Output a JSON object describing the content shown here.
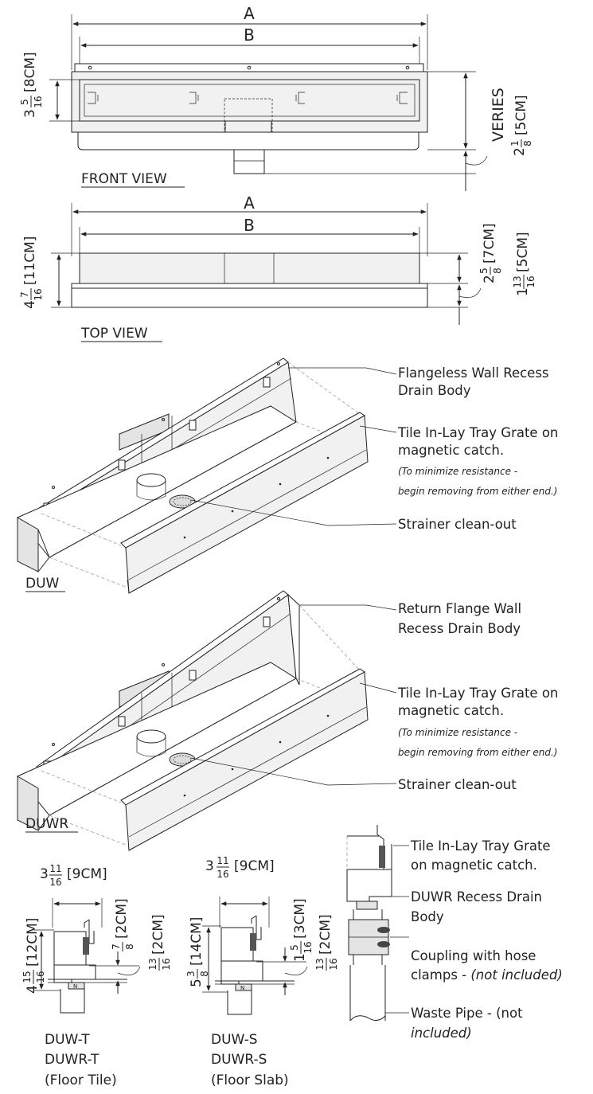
{
  "front_view": {
    "label": "FRONT VIEW",
    "dim_a": "A",
    "dim_b": "B",
    "height_whole": "3",
    "height_num": "5",
    "height_den": "16",
    "height_metric": "[8CM]",
    "veries": "VERIES",
    "drop_whole": "2",
    "drop_num": "1",
    "drop_den": "8",
    "drop_metric": "[5CM]"
  },
  "top_view": {
    "label": "TOP VIEW",
    "dim_a": "A",
    "dim_b": "B",
    "depth_whole": "4",
    "depth_num": "7",
    "depth_den": "16",
    "depth_metric": "[11CM]",
    "r1_whole": "2",
    "r1_num": "5",
    "r1_den": "8",
    "r1_metric": "[7CM]",
    "r2_whole": "1",
    "r2_num": "13",
    "r2_den": "16",
    "r2_metric": "[5CM]"
  },
  "duw": {
    "label": "DUW",
    "callout_body_l1": "Flangeless Wall Recess",
    "callout_body_l2": "Drain Body",
    "callout_grate_l1": "Tile In-Lay Tray Grate on",
    "callout_grate_l2": "magnetic catch.",
    "note_l1": "(To minimize resistance -",
    "note_l2": "begin removing from either end.)",
    "callout_strainer": "Strainer clean-out"
  },
  "duwr": {
    "label": "DUWR",
    "callout_body_l1": "Return Flange Wall",
    "callout_body_l2": "Recess Drain Body",
    "callout_grate_l1": "Tile In-Lay Tray Grate on",
    "callout_grate_l2": "magnetic catch.",
    "note_l1": "(To minimize resistance -",
    "note_l2": "begin removing from either end.)",
    "callout_strainer": "Strainer clean-out"
  },
  "section_t": {
    "width_whole": "3",
    "width_num": "11",
    "width_den": "16",
    "width_metric": "[9CM]",
    "height_whole": "4",
    "height_num": "15",
    "height_den": "16",
    "height_metric": "[12CM]",
    "a_num": "7",
    "a_den": "8",
    "a_metric": "[2CM]",
    "b_num": "13",
    "b_den": "16",
    "b_metric": "[2CM]",
    "label_l1": "DUW-T",
    "label_l2": "DUWR-T",
    "label_l3": "(Floor Tile)"
  },
  "section_s": {
    "width_whole": "3",
    "width_num": "11",
    "width_den": "16",
    "width_metric": "[9CM]",
    "height_whole": "5",
    "height_num": "3",
    "height_den": "8",
    "height_metric": "[14CM]",
    "a_whole": "1",
    "a_num": "5",
    "a_den": "16",
    "a_metric": "[3CM]",
    "b_num": "13",
    "b_den": "16",
    "b_metric": "[2CM]",
    "label_l1": "DUW-S",
    "label_l2": "DUWR-S",
    "label_l3": "(Floor Slab)"
  },
  "assembly": {
    "grate_l1": "Tile In-Lay Tray  Grate",
    "grate_l2": "on magnetic catch.",
    "body_l1": "DUWR Recess Drain",
    "body_l2": "Body",
    "coupling_l1": "Coupling with hose",
    "coupling_l2": "clamps - ",
    "coupling_l2_italic": "(not included)",
    "waste_l1": "Waste Pipe - (not",
    "waste_l2": "included)"
  }
}
